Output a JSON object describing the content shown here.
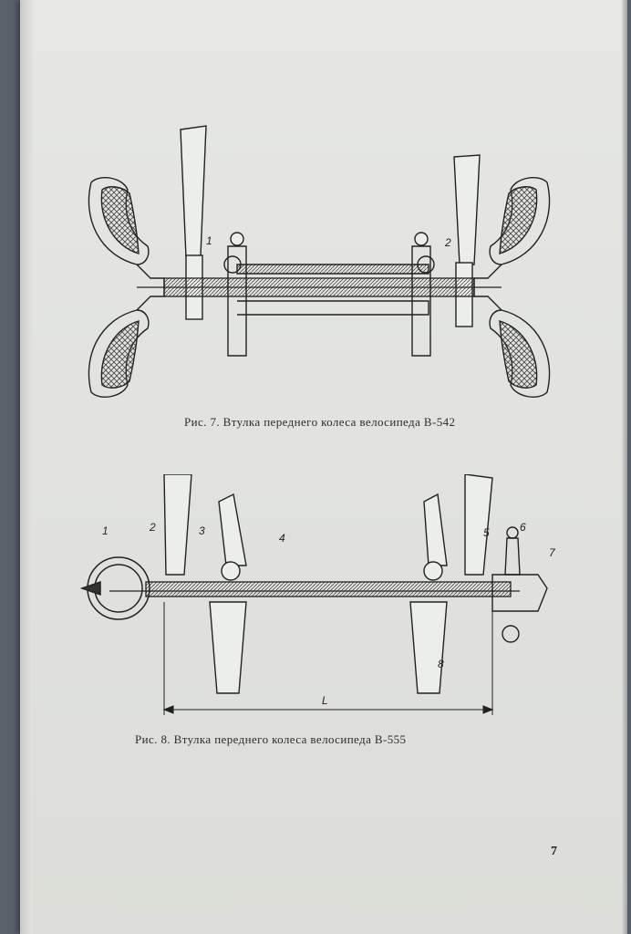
{
  "figures": [
    {
      "caption": "Рис. 7. Втулка переднего колеса велосипеда В-542",
      "part_labels": [
        "1",
        "2"
      ]
    },
    {
      "caption": "Рис. 8. Втулка переднего колеса велосипеда В-555",
      "part_labels": [
        "1",
        "2",
        "3",
        "4",
        "5",
        "6",
        "7",
        "8"
      ],
      "dimension_label": "L"
    }
  ],
  "page_number": "7"
}
